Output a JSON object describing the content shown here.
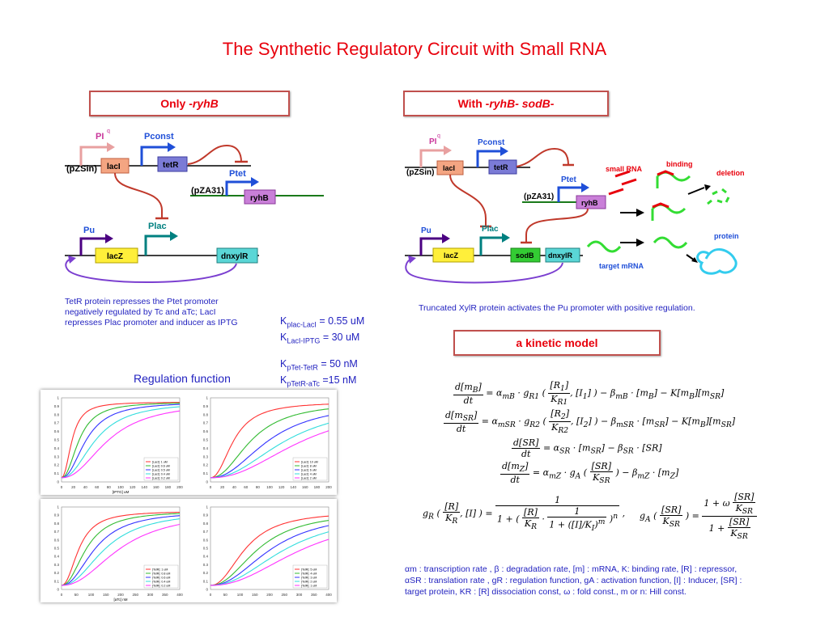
{
  "title": "The Synthetic Regulatory Circuit with Small RNA",
  "left_box": {
    "prefix": "Only -",
    "gene": "ryhB"
  },
  "right_box": {
    "prefix": "With -",
    "gene": "ryhB- sodB-"
  },
  "left_circuit": {
    "plasmid1": "(pZSin)",
    "plasmid2": "(pZA31)",
    "promoters": {
      "pi": "PI",
      "pi_sup": "q",
      "pconst": "Pconst",
      "ptet": "Ptet",
      "plac": "Plac",
      "pu": "Pu"
    },
    "genes": {
      "laci": "lacI",
      "tetr": "tetR",
      "ryhb": "ryhB",
      "lacz": "lacZ",
      "dnxylr": "dnxylR"
    }
  },
  "right_circuit": {
    "plasmid1": "(pZSin)",
    "plasmid2": "(pZA31)",
    "promoters": {
      "pi": "PI",
      "pi_sup": "q",
      "pconst": "Pconst",
      "ptet": "Ptet",
      "plac": "Plac",
      "pu": "Pu"
    },
    "genes": {
      "laci": "lacI",
      "tetr": "tetR",
      "ryhb": "ryhB",
      "lacz": "lacZ",
      "sodb": "sodB",
      "dnxylr": "dnxylR"
    },
    "labels": {
      "small_rna": "small RNA",
      "binding": "binding",
      "deletion": "deletion",
      "protein": "protein",
      "target_mrna": "target mRNA"
    }
  },
  "left_note": "TetR protein represses the Ptet promoter negatively regulated by Tc and aTc; LacI represses Plac promoter and inducer as IPTG",
  "right_note": "Truncated XylR protein activates the Pu promoter with positive regulation.",
  "constants": [
    {
      "k": "K",
      "sub": "plac-LacI",
      "val": " = 0.55 uM"
    },
    {
      "k": "K",
      "sub": "LacI-IPTG",
      "val": " = 30  uM"
    },
    {
      "k": "K",
      "sub": "pTet-TetR",
      "val": " = 50 nM"
    },
    {
      "k": "K",
      "sub": "pTetR-aTc",
      "val": " =15 nM"
    }
  ],
  "regulation_function": "Regulation function",
  "kinetic_box": "a kinetic model",
  "legend_line1": "αm : transcription rate ,   β : degradation rate,   [m] : mRNA,   K: binding rate,    [R] : repressor,",
  "legend_line2": "αSR : translation rate ,    gR : regulation function,    gA : activation function,    [I] : Inducer,   [SR] :",
  "legend_line3": "target protein,   KR : [R] dissociation const,   ω : fold const.,   m or n: Hill const.",
  "colors": {
    "title": "#e8000c",
    "blue_text": "#1f1fbf",
    "box_border": "#c0504d",
    "laci": "#f4a582",
    "tetr": "#7b7bd6",
    "ryhb": "#c97fd8",
    "lacz": "#ffef3a",
    "dnxylr": "#5ad6d6",
    "sodb": "#33cc33",
    "promoter_pink": "#e8a0a0",
    "promoter_blue": "#1f4fd8",
    "promoter_green": "#008080",
    "pu_purple": "#4b0082"
  },
  "chart_data": [
    {
      "type": "line",
      "x": [
        0,
        20,
        40,
        60,
        80,
        100,
        120,
        140,
        160,
        180,
        200
      ],
      "xlabel": "[IPTG] uM",
      "ylim": [
        0,
        1
      ],
      "series": [
        {
          "name": "[LacI]: 1 uM",
          "color": "#ff3333"
        },
        {
          "name": "[LacI]: 0.6 uM",
          "color": "#33bb33"
        },
        {
          "name": "[LacI]: 0.5 uM",
          "color": "#3333ff"
        },
        {
          "name": "[LacI]: 0.4 uM",
          "color": "#33dddd"
        },
        {
          "name": "[LacI]: 0.2 uM",
          "color": "#ff33ff"
        }
      ]
    },
    {
      "type": "line",
      "x": [
        0,
        20,
        40,
        60,
        80,
        100,
        120,
        140,
        160,
        180,
        200
      ],
      "ylim": [
        0,
        1
      ],
      "series": [
        {
          "name": "[LacI]: 10 uM",
          "color": "#ff3333"
        },
        {
          "name": "[LacI]: 8 uM",
          "color": "#33bb33"
        },
        {
          "name": "[LacI]: 6 uM",
          "color": "#3333ff"
        },
        {
          "name": "[LacI]: 4 uM",
          "color": "#33dddd"
        },
        {
          "name": "[LacI]: 2 uM",
          "color": "#ff33ff"
        }
      ]
    },
    {
      "type": "line",
      "x": [
        0,
        50,
        100,
        150,
        200,
        250,
        300,
        350,
        400
      ],
      "xlabel": "[aTc] nM",
      "ylim": [
        0,
        1
      ],
      "series": [
        {
          "name": "[TetR]: 1 uM",
          "color": "#ff3333"
        },
        {
          "name": "[TetR]: 0.8 uM",
          "color": "#33bb33"
        },
        {
          "name": "[TetR]: 0.6 uM",
          "color": "#3333ff"
        },
        {
          "name": "[TetR]: 0.4 uM",
          "color": "#33dddd"
        },
        {
          "name": "[TetR]: 0.2 uM",
          "color": "#ff33ff"
        }
      ]
    },
    {
      "type": "line",
      "x": [
        0,
        50,
        100,
        150,
        200,
        250,
        300,
        350,
        400
      ],
      "ylim": [
        0,
        1
      ],
      "series": [
        {
          "name": "[TetR]: 5 uM",
          "color": "#ff3333"
        },
        {
          "name": "[TetR]: 4 uM",
          "color": "#33bb33"
        },
        {
          "name": "[TetR]: 3 uM",
          "color": "#3333ff"
        },
        {
          "name": "[TetR]: 2 uM",
          "color": "#33dddd"
        },
        {
          "name": "[TetR]: 1 uM",
          "color": "#ff33ff"
        }
      ]
    }
  ]
}
